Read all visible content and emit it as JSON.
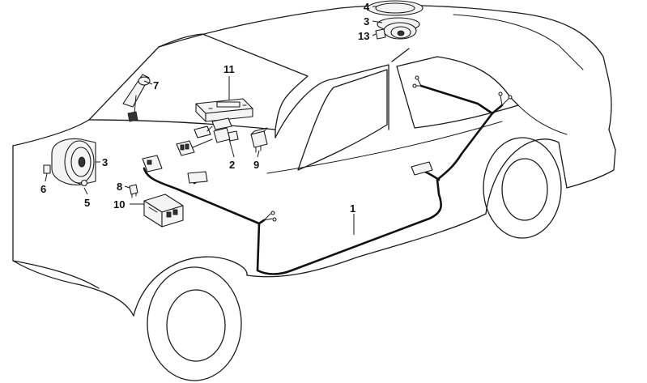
{
  "callouts": {
    "harness": "1",
    "connector": "2",
    "speaker_front": "3",
    "speaker_rear": "3",
    "speaker_cover": "4",
    "screw": "5",
    "clip": "6",
    "antenna": "7",
    "fuse": "8",
    "relay": "9",
    "control_unit": "10",
    "radio_bracket": "11",
    "spacer": "13"
  }
}
